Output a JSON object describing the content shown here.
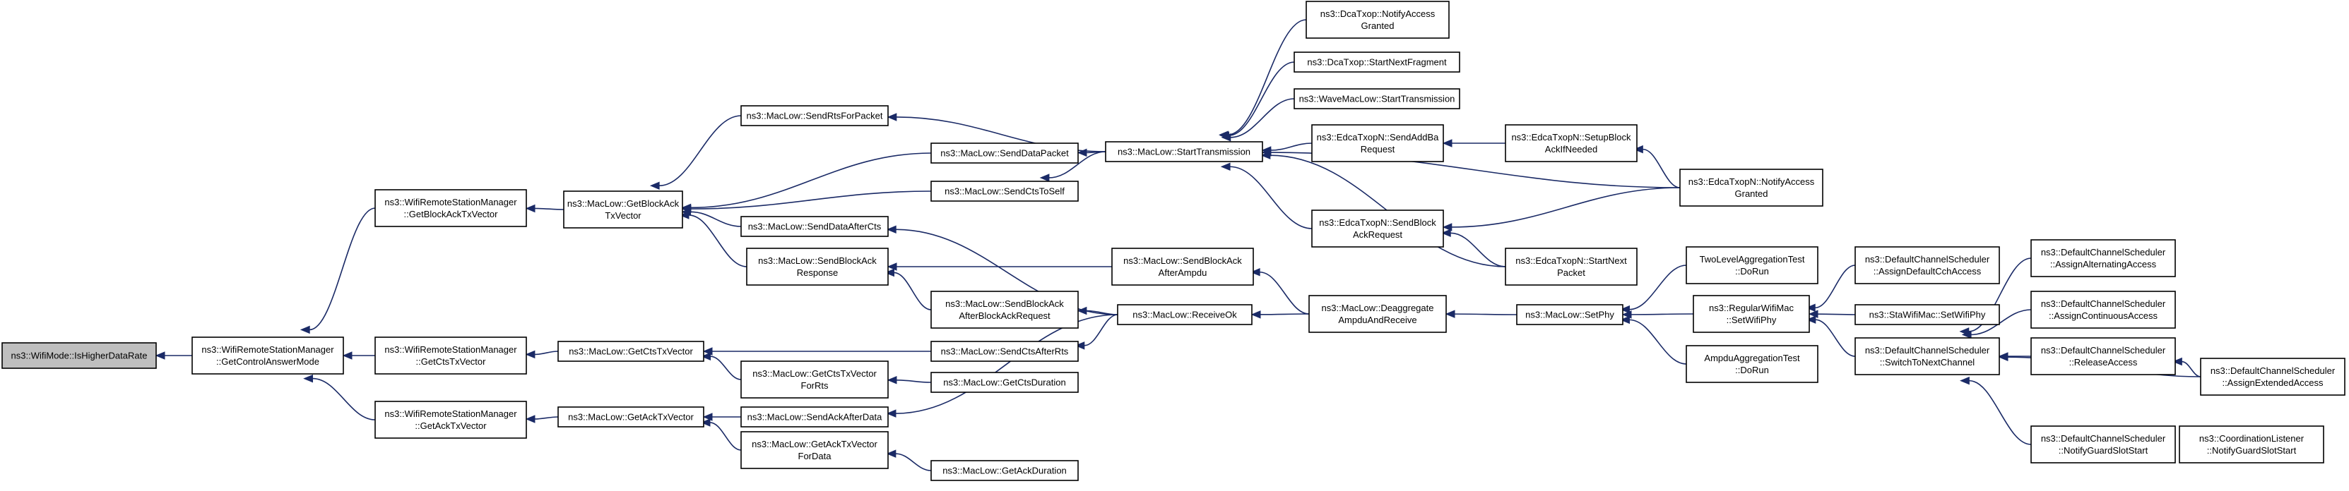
{
  "diagram": {
    "colors": {
      "edge": "#1a2a66",
      "node_border": "#000000",
      "root_fill": "#bfbfbf",
      "node_fill": "#ffffff"
    },
    "nodes": [
      {
        "id": "ishigher",
        "lines": [
          "ns3::WifiMode::IsHigherDataRate"
        ],
        "root": true
      },
      {
        "id": "getctrlanswer",
        "lines": [
          "ns3::WifiRemoteStationManager",
          "::GetControlAnswerMode"
        ]
      },
      {
        "id": "wrsm_getblockack",
        "lines": [
          "ns3::WifiRemoteStationManager",
          "::GetBlockAckTxVector"
        ]
      },
      {
        "id": "wrsm_getcts",
        "lines": [
          "ns3::WifiRemoteStationManager",
          "::GetCtsTxVector"
        ]
      },
      {
        "id": "wrsm_getack",
        "lines": [
          "ns3::WifiRemoteStationManager",
          "::GetAckTxVector"
        ]
      },
      {
        "id": "ml_getblockack",
        "lines": [
          "ns3::MacLow::GetBlockAck",
          "TxVector"
        ]
      },
      {
        "id": "ml_getcts",
        "lines": [
          "ns3::MacLow::GetCtsTxVector"
        ]
      },
      {
        "id": "ml_getack",
        "lines": [
          "ns3::MacLow::GetAckTxVector"
        ]
      },
      {
        "id": "sendrts",
        "lines": [
          "ns3::MacLow::SendRtsForPacket"
        ]
      },
      {
        "id": "senddatapacket",
        "lines": [
          "ns3::MacLow::SendDataPacket"
        ]
      },
      {
        "id": "sendctstoself",
        "lines": [
          "ns3::MacLow::SendCtsToSelf"
        ]
      },
      {
        "id": "senddataaftercts",
        "lines": [
          "ns3::MacLow::SendDataAfterCts"
        ]
      },
      {
        "id": "sendblockackresp",
        "lines": [
          "ns3::MacLow::SendBlockAck",
          "Response"
        ]
      },
      {
        "id": "getctsforrts",
        "lines": [
          "ns3::MacLow::GetCtsTxVector",
          "ForRts"
        ]
      },
      {
        "id": "sendackafterdata",
        "lines": [
          "ns3::MacLow::SendAckAfterData"
        ]
      },
      {
        "id": "getackfordata",
        "lines": [
          "ns3::MacLow::GetAckTxVector",
          "ForData"
        ]
      },
      {
        "id": "sendblockackafterampdu",
        "lines": [
          "ns3::MacLow::SendBlockAck",
          "AfterAmpdu"
        ]
      },
      {
        "id": "sendblockackafterbar",
        "lines": [
          "ns3::MacLow::SendBlockAck",
          "AfterBlockAckRequest"
        ]
      },
      {
        "id": "sendctsafterrts",
        "lines": [
          "ns3::MacLow::SendCtsAfterRts"
        ]
      },
      {
        "id": "getctsduration",
        "lines": [
          "ns3::MacLow::GetCtsDuration"
        ]
      },
      {
        "id": "getackduration",
        "lines": [
          "ns3::MacLow::GetAckDuration"
        ]
      },
      {
        "id": "starttx",
        "lines": [
          "ns3::MacLow::StartTransmission"
        ]
      },
      {
        "id": "receiveok",
        "lines": [
          "ns3::MacLow::ReceiveOk"
        ]
      },
      {
        "id": "deaggregate",
        "lines": [
          "ns3::MacLow::Deaggregate",
          "AmpduAndReceive"
        ]
      },
      {
        "id": "dca_notify",
        "lines": [
          "ns3::DcaTxop::NotifyAccess",
          "Granted"
        ]
      },
      {
        "id": "dca_startnext",
        "lines": [
          "ns3::DcaTxop::StartNextFragment"
        ]
      },
      {
        "id": "wave_starttx",
        "lines": [
          "ns3::WaveMacLow::StartTransmission"
        ]
      },
      {
        "id": "edca_sendaddba",
        "lines": [
          "ns3::EdcaTxopN::SendAddBa",
          "Request"
        ]
      },
      {
        "id": "edca_sendblockackreq",
        "lines": [
          "ns3::EdcaTxopN::SendBlock",
          "AckRequest"
        ]
      },
      {
        "id": "edca_setupblock",
        "lines": [
          "ns3::EdcaTxopN::SetupBlock",
          "AckIfNeeded"
        ]
      },
      {
        "id": "edca_notify",
        "lines": [
          "ns3::EdcaTxopN::NotifyAccess",
          "Granted"
        ]
      },
      {
        "id": "edca_startnext",
        "lines": [
          "ns3::EdcaTxopN::StartNext",
          "Packet"
        ]
      },
      {
        "id": "setphy",
        "lines": [
          "ns3::MacLow::SetPhy"
        ]
      },
      {
        "id": "tla_dorun",
        "lines": [
          "TwoLevelAggregationTest",
          "::DoRun"
        ]
      },
      {
        "id": "regular_setwifiphy",
        "lines": [
          "ns3::RegularWifiMac",
          "::SetWifiPhy"
        ]
      },
      {
        "id": "ampdu_dorun",
        "lines": [
          "AmpduAggregationTest",
          "::DoRun"
        ]
      },
      {
        "id": "dcs_assigndefault",
        "lines": [
          "ns3::DefaultChannelScheduler",
          "::AssignDefaultCchAccess"
        ]
      },
      {
        "id": "sta_setwifiphy",
        "lines": [
          "ns3::StaWifiMac::SetWifiPhy"
        ]
      },
      {
        "id": "dcs_switch",
        "lines": [
          "ns3::DefaultChannelScheduler",
          "::SwitchToNextChannel"
        ]
      },
      {
        "id": "dcs_alternating",
        "lines": [
          "ns3::DefaultChannelScheduler",
          "::AssignAlternatingAccess"
        ]
      },
      {
        "id": "dcs_continuous",
        "lines": [
          "ns3::DefaultChannelScheduler",
          "::AssignContinuousAccess"
        ]
      },
      {
        "id": "dcs_release",
        "lines": [
          "ns3::DefaultChannelScheduler",
          "::ReleaseAccess"
        ]
      },
      {
        "id": "dcs_extended",
        "lines": [
          "ns3::DefaultChannelScheduler",
          "::AssignExtendedAccess"
        ]
      },
      {
        "id": "dcs_notifyguard",
        "lines": [
          "ns3::DefaultChannelScheduler",
          "::NotifyGuardSlotStart"
        ]
      },
      {
        "id": "cl_notifyguard",
        "lines": [
          "ns3::CoordinationListener",
          "::NotifyGuardSlotStart"
        ]
      }
    ],
    "edges": [
      [
        "getctrlanswer",
        "ishigher"
      ],
      [
        "wrsm_getblockack",
        "getctrlanswer"
      ],
      [
        "wrsm_getcts",
        "getctrlanswer"
      ],
      [
        "wrsm_getack",
        "getctrlanswer"
      ],
      [
        "ml_getblockack",
        "wrsm_getblockack"
      ],
      [
        "ml_getcts",
        "wrsm_getcts"
      ],
      [
        "ml_getack",
        "wrsm_getack"
      ],
      [
        "sendrts",
        "ml_getblockack"
      ],
      [
        "senddatapacket",
        "ml_getblockack"
      ],
      [
        "sendctstoself",
        "ml_getblockack"
      ],
      [
        "senddataaftercts",
        "ml_getblockack"
      ],
      [
        "sendblockackresp",
        "ml_getblockack"
      ],
      [
        "sendctsafterrts",
        "ml_getcts"
      ],
      [
        "getctsforrts",
        "ml_getcts"
      ],
      [
        "sendackafterdata",
        "ml_getack"
      ],
      [
        "getackfordata",
        "ml_getack"
      ],
      [
        "starttx",
        "sendrts"
      ],
      [
        "starttx",
        "senddatapacket"
      ],
      [
        "starttx",
        "sendctstoself"
      ],
      [
        "receiveok",
        "senddataaftercts"
      ],
      [
        "sendblockackafterampdu",
        "sendblockackresp"
      ],
      [
        "sendblockackafterbar",
        "sendblockackresp"
      ],
      [
        "receiveok",
        "sendblockackafterbar"
      ],
      [
        "receiveok",
        "sendctsafterrts"
      ],
      [
        "receiveok",
        "sendackafterdata"
      ],
      [
        "getctsduration",
        "getctsforrts"
      ],
      [
        "getackduration",
        "getackfordata"
      ],
      [
        "dca_notify",
        "starttx"
      ],
      [
        "dca_startnext",
        "starttx"
      ],
      [
        "wave_starttx",
        "starttx"
      ],
      [
        "edca_sendaddba",
        "starttx"
      ],
      [
        "edca_notify",
        "starttx"
      ],
      [
        "edca_sendblockackreq",
        "starttx"
      ],
      [
        "edca_startnext",
        "starttx"
      ],
      [
        "deaggregate",
        "receiveok"
      ],
      [
        "deaggregate",
        "sendblockackafterampdu"
      ],
      [
        "edca_setupblock",
        "edca_sendaddba"
      ],
      [
        "edca_notify",
        "edca_setupblock"
      ],
      [
        "edca_notify",
        "edca_sendblockackreq"
      ],
      [
        "edca_startnext",
        "edca_sendblockackreq"
      ],
      [
        "setphy",
        "deaggregate"
      ],
      [
        "tla_dorun",
        "setphy"
      ],
      [
        "regular_setwifiphy",
        "setphy"
      ],
      [
        "ampdu_dorun",
        "setphy"
      ],
      [
        "dcs_assigndefault",
        "regular_setwifiphy"
      ],
      [
        "sta_setwifiphy",
        "regular_setwifiphy"
      ],
      [
        "dcs_switch",
        "regular_setwifiphy"
      ],
      [
        "dcs_alternating",
        "dcs_switch"
      ],
      [
        "dcs_continuous",
        "dcs_switch"
      ],
      [
        "dcs_release",
        "dcs_switch"
      ],
      [
        "dcs_extended",
        "dcs_switch"
      ],
      [
        "dcs_notifyguard",
        "dcs_switch"
      ],
      [
        "dcs_extended",
        "dcs_release"
      ],
      [
        "cl_notifyguard",
        "dcs_notifyguard"
      ]
    ]
  }
}
